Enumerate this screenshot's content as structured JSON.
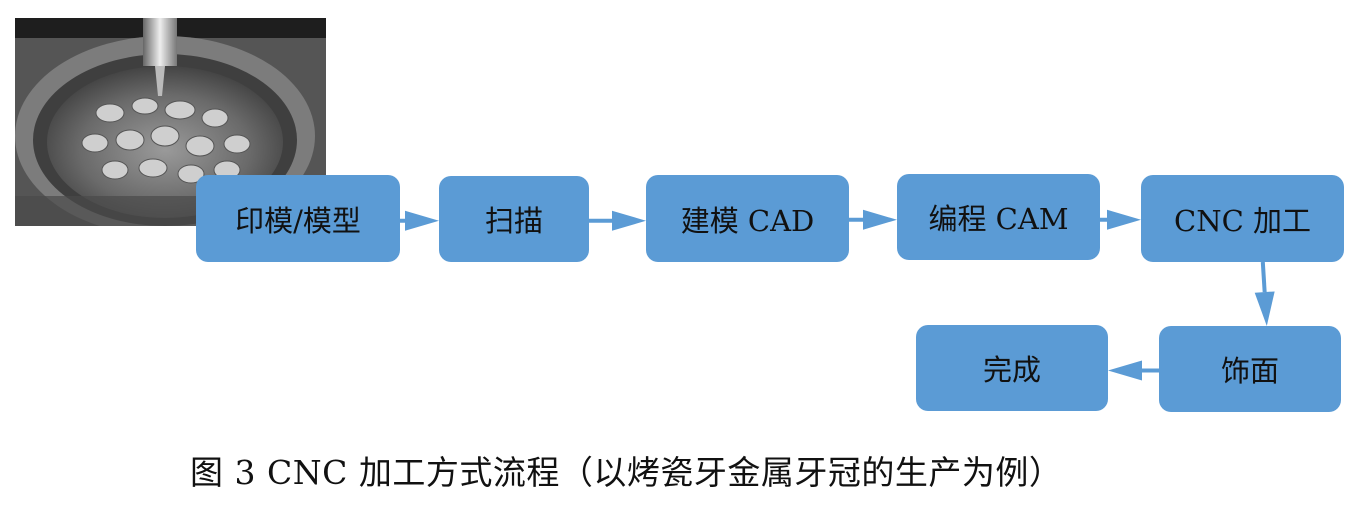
{
  "photo": {
    "subject": "dental-cnc-milling-image",
    "alt": "CNC milling of metal dental crowns"
  },
  "flow": {
    "color": "#5b9bd5",
    "text_color": "#111111",
    "nodes": [
      {
        "id": "impression",
        "label": "印模/模型"
      },
      {
        "id": "scan",
        "label": "扫描"
      },
      {
        "id": "cad",
        "label": "建模 CAD"
      },
      {
        "id": "cam",
        "label": "编程 CAM"
      },
      {
        "id": "cnc",
        "label": "CNC 加工"
      },
      {
        "id": "finish",
        "label": "饰面"
      },
      {
        "id": "done",
        "label": "完成"
      }
    ],
    "edges": [
      [
        "impression",
        "scan"
      ],
      [
        "scan",
        "cad"
      ],
      [
        "cad",
        "cam"
      ],
      [
        "cam",
        "cnc"
      ],
      [
        "cnc",
        "finish"
      ],
      [
        "finish",
        "done"
      ]
    ]
  },
  "caption": "图 3 CNC 加工方式流程（以烤瓷牙金属牙冠的生产为例）"
}
